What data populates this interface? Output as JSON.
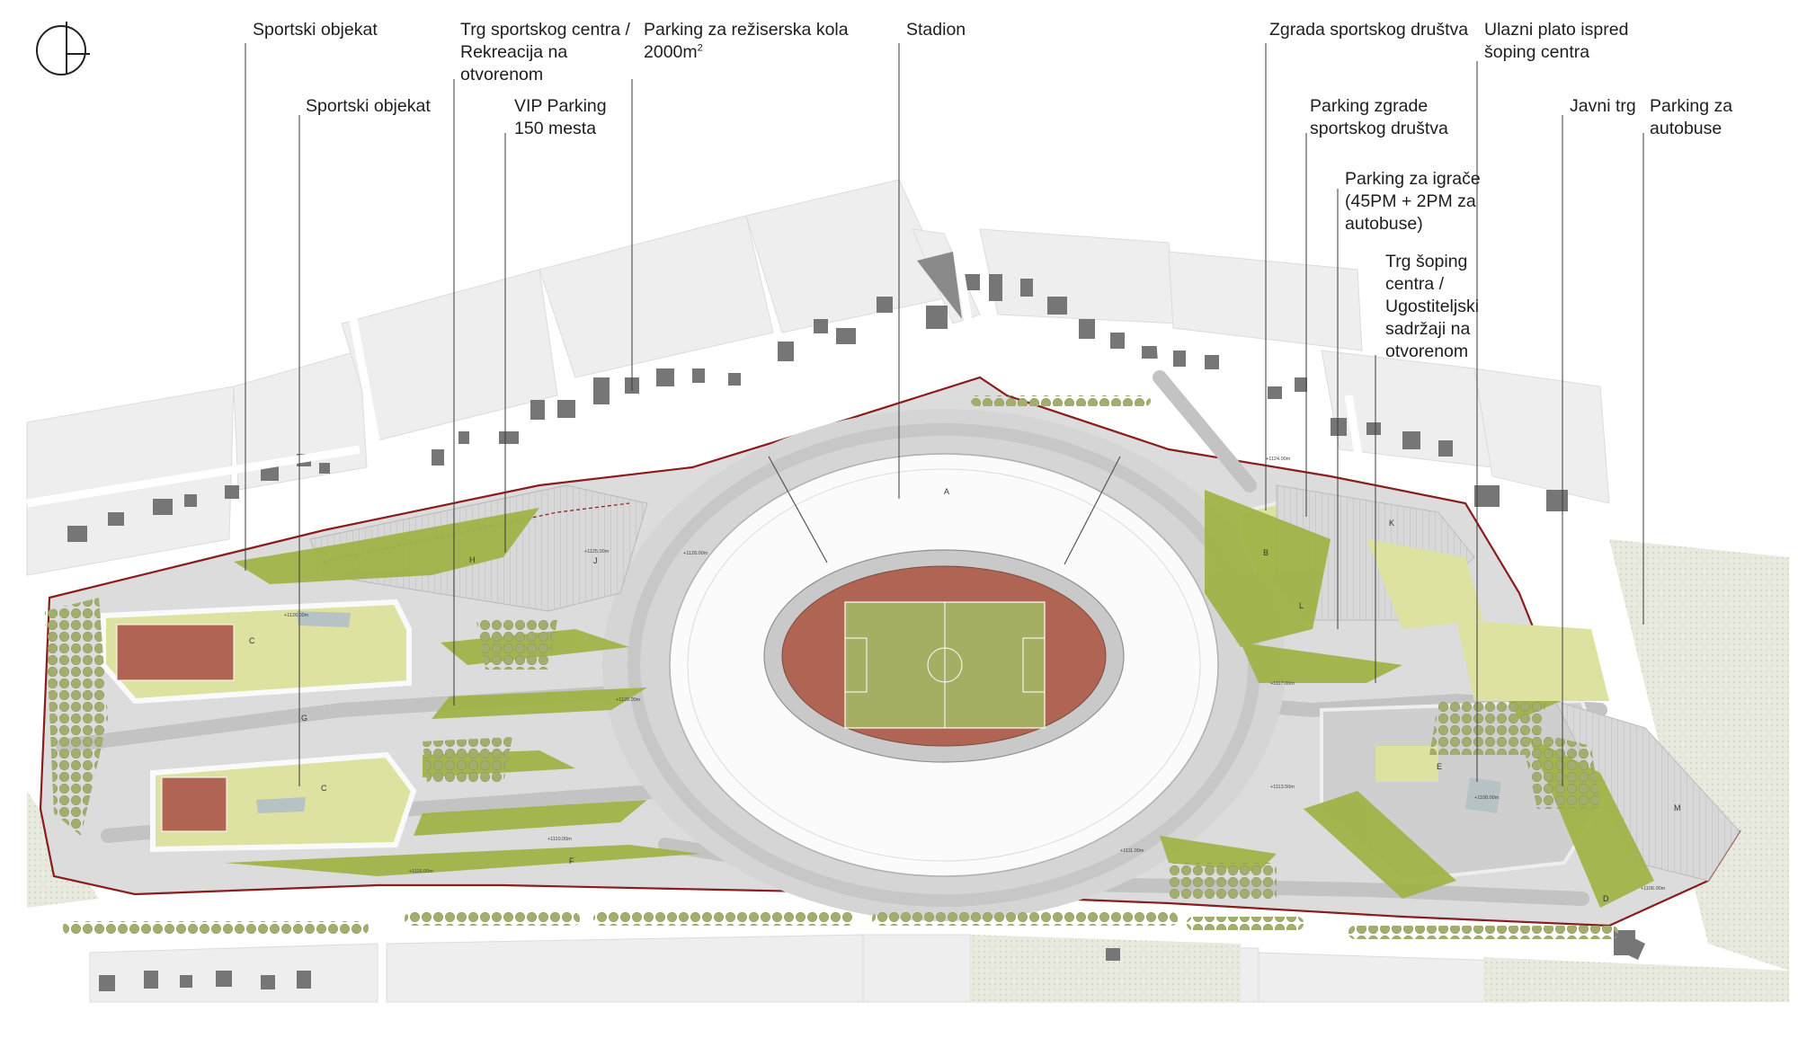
{
  "labels": {
    "sportski_objekat_1": "Sportski objekat",
    "sportski_objekat_2": "Sportski objekat",
    "trg_sportskog_centra": [
      "Trg sportskog centra /",
      "Rekreacija na",
      "otvorenom"
    ],
    "vip_parking": [
      "VIP Parking",
      "150 mesta"
    ],
    "parking_rezijska": {
      "line1": "Parking za režiserska kola",
      "line2": "2000m",
      "sup": "2"
    },
    "stadion": "Stadion",
    "zgrada_sportskog_drustva": "Zgrada sportskog društva",
    "parking_zgrade": [
      "Parking zgrade",
      "sportskog društva"
    ],
    "parking_igrace": [
      "Parking za igrače",
      "(45PM + 2PM za",
      "autobuse)"
    ],
    "trg_soping": [
      "Trg šoping",
      "centra /",
      "Ugostiteljski",
      "sadržaji na",
      "otvorenom"
    ],
    "ulazni_plato": [
      "Ulazni plato ispred",
      "šoping centra"
    ],
    "javni_trg": "Javni trg",
    "parking_autobuse": [
      "Parking za",
      "autobuse"
    ]
  },
  "zone_letters": {
    "A": "A",
    "B": "B",
    "C1": "C",
    "C2": "C",
    "D": "D",
    "E": "E",
    "F": "F",
    "G": "G",
    "H": "H",
    "J": "J",
    "K": "K",
    "L": "L",
    "M": "M"
  },
  "elevations": {
    "e1": "+1124.00m",
    "e2": "+1126.00m",
    "e3": "+1125.00m",
    "e4": "+1128.00m",
    "e5": "+1120.00m",
    "e6": "+1117.00m",
    "e7": "+1113.50m",
    "e8": "+1111.00m",
    "e9": "+1110.00m",
    "e10": "+1108.00m",
    "e11": "+1106.00m",
    "e12": "+1116.00m"
  },
  "icons": {
    "north_arrow": "north-arrow-icon"
  },
  "colors": {
    "pitch": "#a5ae63",
    "track": "#b06554",
    "greenery": "#9fb347",
    "light_green": "#dde2a0",
    "boundary": "#8a1c1c",
    "surrounding_blocks": "#eeeeee",
    "buildings": "#757575",
    "tree_dots": "#a2ad6e"
  }
}
